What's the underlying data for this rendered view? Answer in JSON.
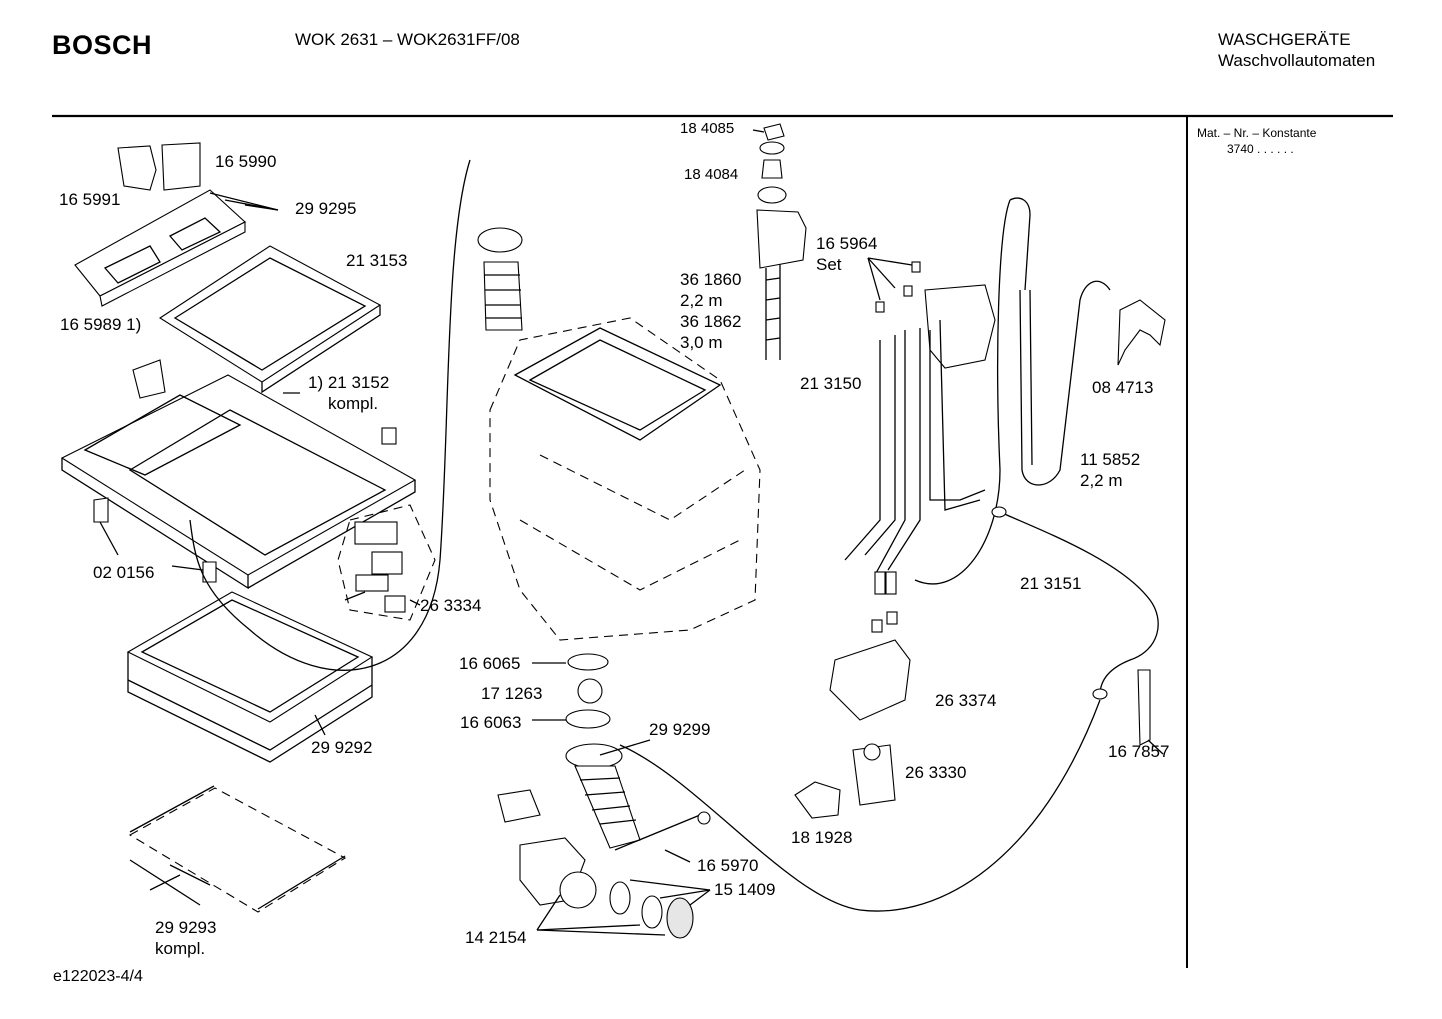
{
  "header": {
    "brand": "BOSCH",
    "model": "WOK 2631 – WOK2631FF/08",
    "category_line1": "WASCHGERÄTE",
    "category_line2": "Waschvollautomaten"
  },
  "side_panel": {
    "line1": "Mat. – Nr. – Konstante",
    "line2": "3740 . . . . . ."
  },
  "footer": {
    "code": "e122023-4/4"
  },
  "part_labels": {
    "p165990": "16 5990",
    "p165991": "16 5991",
    "p299295": "29 9295",
    "p213153": "21 3153",
    "p165989": "16 5989 1)",
    "p213152": "1) 21 3152",
    "p213152_sub": "kompl.",
    "p020156": "02 0156",
    "p263334": "26 3334",
    "p299292": "29 9292",
    "p299293": "29 9293",
    "p299293_sub": "kompl.",
    "p184085": "18 4085",
    "p184084": "18 4084",
    "p361860": "36 1860",
    "p361860_len": "2,2 m",
    "p361862": "36 1862",
    "p361862_len": "3,0 m",
    "p165964": "16 5964",
    "p165964_sub": "Set",
    "p213150": "21 3150",
    "p084713": "08 4713",
    "p115852": "11 5852",
    "p115852_len": "2,2 m",
    "p213151": "21 3151",
    "p166065": "16 6065",
    "p171263": "17 1263",
    "p166063": "16 6063",
    "p299299": "29 9299",
    "p263374": "26 3374",
    "p263330": "26 3330",
    "p167857": "16 7857",
    "p181928": "18 1928",
    "p165970": "16 5970",
    "p151409": "15 1409",
    "p142154": "14 2154"
  }
}
